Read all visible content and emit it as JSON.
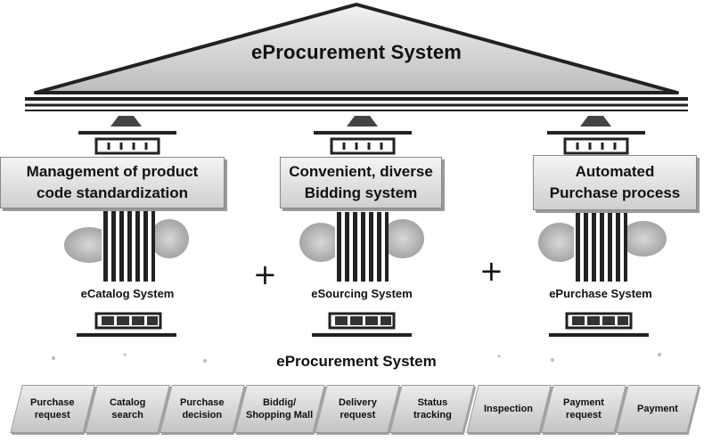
{
  "title": "eProcurement System",
  "pillars": [
    {
      "banner": [
        "Management of product",
        "code standardization"
      ],
      "system": "eCatalog System"
    },
    {
      "banner": [
        "Convenient, diverse",
        "Bidding system"
      ],
      "system": "eSourcing System"
    },
    {
      "banner": [
        "Automated",
        "Purchase process"
      ],
      "system": "ePurchase System"
    }
  ],
  "plus_sign": "+",
  "base_title": "eProcurement System",
  "steps": [
    "Purchase\nrequest",
    "Catalog\nsearch",
    "Purchase\ndecision",
    "Biddig/\nShopping Mall",
    "Delivery\nrequest",
    "Status\ntracking",
    "Inspection",
    "Payment\nrequest",
    "Payment"
  ],
  "colors": {
    "pillar": "#222222",
    "banner_fill": "#dedede",
    "leaf_fill": "#b8b8b8",
    "text": "#111111"
  }
}
